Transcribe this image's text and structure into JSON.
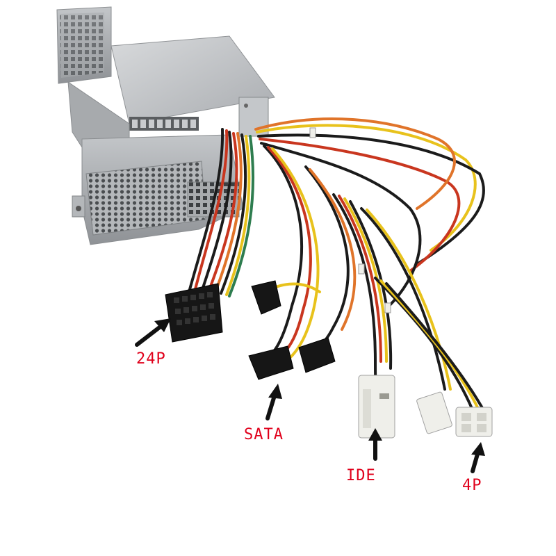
{
  "labels": {
    "atx_24pin": "24P",
    "sata": "SATA",
    "ide": "IDE",
    "four_pin": "4P"
  },
  "colors": {
    "annotation_text": "#e0001b",
    "arrow": "#111111",
    "housing": "#b9bcbf",
    "wire_black": "#1b1b1b",
    "wire_red": "#c9361f",
    "wire_orange": "#e0742a",
    "wire_yellow": "#e8c21c",
    "wire_green": "#2e7d4f",
    "connector_black": "#161616",
    "connector_white": "#efefea"
  }
}
